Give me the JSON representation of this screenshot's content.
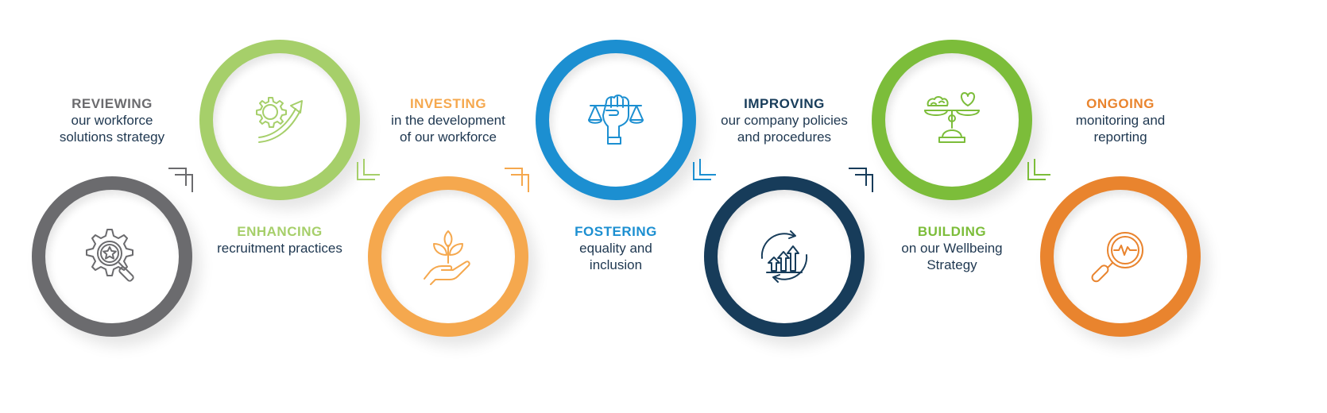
{
  "steps": [
    {
      "id": "reviewing",
      "heading": "REVIEWING",
      "text": "our workforce\nsolutions strategy",
      "color": "#6b6b6e",
      "icon": "gear-search-icon"
    },
    {
      "id": "enhancing",
      "heading": "ENHANCING",
      "text": "recruitment practices",
      "color": "#a6cf6a",
      "icon": "gear-growth-arrow-icon"
    },
    {
      "id": "investing",
      "heading": "INVESTING",
      "text": "in the development\nof our workforce",
      "color": "#f5a84e",
      "icon": "hand-plant-icon"
    },
    {
      "id": "fostering",
      "heading": "FOSTERING",
      "text": "equality and\ninclusion",
      "color": "#1c8fd1",
      "icon": "fist-scales-icon"
    },
    {
      "id": "improving",
      "heading": "IMPROVING",
      "text": "our company policies\nand procedures",
      "color": "#173c5a",
      "icon": "growth-cycle-icon"
    },
    {
      "id": "building",
      "heading": "BUILDING",
      "text": "on our Wellbeing\nStrategy",
      "color": "#7cbd3a",
      "icon": "brain-heart-balance-icon"
    },
    {
      "id": "ongoing",
      "heading": "ONGOING",
      "text": "monitoring and\nreporting",
      "color": "#e9842e",
      "icon": "magnifier-pulse-icon"
    }
  ],
  "text_colors": {
    "heading_reviewing": "#6b6b6e",
    "body": "#1e3750"
  }
}
